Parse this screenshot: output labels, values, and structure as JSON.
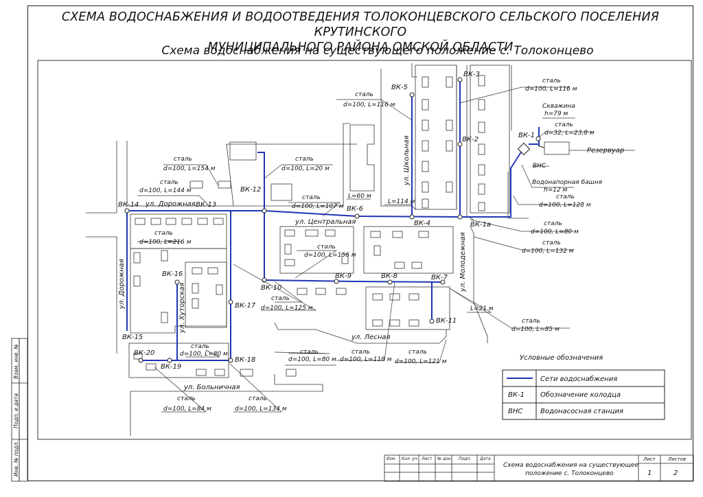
{
  "title": {
    "line1": "СХЕМА ВОДОСНАБЖЕНИЯ И ВОДООТВЕДЕНИЯ ТОЛОКОНЦЕВСКОГО СЕЛЬСКОГО ПОСЕЛЕНИЯ КРУТИНСКОГО",
    "line2": "МУНИЦИПАЛЬНОГО РАЙОНА ОМСКОЙ ОБЛАСТИ",
    "subtitle": "Схема водоснабжения на существующего положение с. Толоконцево"
  },
  "colors": {
    "pipe": "#1f35b5",
    "line": "#222222"
  },
  "wells": {
    "vk1": "ВК-1",
    "vk1a": "ВК-1а",
    "vk2": "ВК-2",
    "vk3": "ВК-3",
    "vk4": "ВК-4",
    "vk5": "ВК-5",
    "vk6": "ВК-6",
    "vk7": "ВК-7",
    "vk8": "ВК-8",
    "vk9": "ВК-9",
    "vk10": "ВК-10",
    "vk11": "ВК-11",
    "vk12": "ВК-12",
    "vk13": "ВК-13",
    "vk14": "ВК-14",
    "vk15": "ВК-15",
    "vk16": "ВК-16",
    "vk17": "ВК-17",
    "vk18": "ВК-18",
    "vk19": "ВК-19",
    "vk20": "ВК-20"
  },
  "streets": {
    "dorozhnaya": "ул. Дорожная",
    "dorozhnaya_v": "ул. Дорожная",
    "tsentralnaya": "ул. Центральная",
    "shkolnaya": "ул. Школьная",
    "molodezhnaya": "ул. Молодежная",
    "khutorskaya": "ул. Хуторская",
    "lesnaya": "ул. Лесная",
    "bolnichnaya": "ул. Больничная"
  },
  "objects": {
    "skvazhina": "Скважина",
    "skvazhina_h": "h=79 м",
    "rezervuar": "Резервуар",
    "vns": "ВНС",
    "bashnya": "Водонапорная башня",
    "bashnya_h": "h=12 м"
  },
  "pipe_labels": {
    "material": "сталь",
    "p1": "d=100, L=116 м",
    "p2": "d=100, L=116 м",
    "p3": "d=32, L=23,8 м",
    "p4": "d=100, L=154 м",
    "p5": "d=100, L=20 м",
    "p6": "d=100, L=144 м",
    "p7": "d=100, L=107 м",
    "p8": "d=100, L=128 м",
    "p9": "d=100, L=80 м",
    "p10": "d=100, L=216 м",
    "p11": "d=100, L=156 м",
    "p12": "d=100, L=132 м",
    "p13": "d=100, L=125 м",
    "p14": "d=100, L=85 м",
    "p15": "d=100, L=80 м",
    "p16": "d=100, L=80 м",
    "p17": "d=100, L=118 м",
    "p18": "d=100, L=121 м",
    "p19": "d=100, L=84 м",
    "p20": "d=100, L=134 м",
    "l60": "L=60 м",
    "l114": "L=114 м",
    "l21": "L=21 м"
  },
  "legend": {
    "title": "Условные обозначения",
    "row1": "Сети водоснабжения",
    "row2_sym": "ВК-1",
    "row2": "Обозначение колодца",
    "row3_sym": "ВНС",
    "row3": "Водонасосная станция"
  },
  "title_block": {
    "cols": [
      "Изм.",
      "Кол. уч",
      "Лист",
      "№ док.",
      "Подп.",
      "Дата"
    ],
    "name_line1": "Схема водоснабжения на существующее",
    "name_line2": "положение с. Толоконцево",
    "sheet_label": "Лист",
    "sheets_label": "Листов",
    "sheet": "1",
    "sheets": "2"
  },
  "side_stamps": {
    "s1": "Взам. инв. №",
    "s2": "Подп. и дата",
    "s3": "Инв. № подл."
  }
}
